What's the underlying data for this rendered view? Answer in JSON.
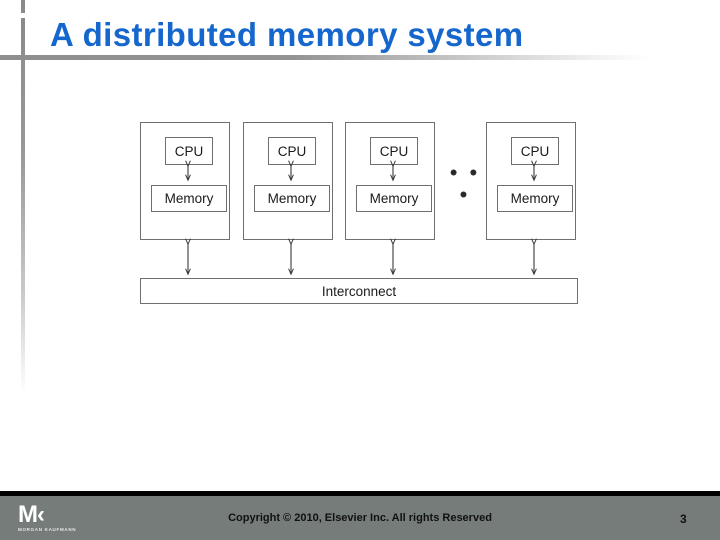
{
  "slide": {
    "title": "A distributed memory system",
    "page_number": "3"
  },
  "diagram": {
    "ellipsis": "• • •",
    "interconnect_label": "Interconnect",
    "nodes": [
      {
        "cpu_label": "CPU",
        "memory_label": "Memory"
      },
      {
        "cpu_label": "CPU",
        "memory_label": "Memory"
      },
      {
        "cpu_label": "CPU",
        "memory_label": "Memory"
      },
      {
        "cpu_label": "CPU",
        "memory_label": "Memory"
      }
    ]
  },
  "footer": {
    "logo_mark": "M‹",
    "logo_subtitle": "MORGAN KAUFMANN",
    "copyright": "Copyright © 2010, Elsevier Inc. All rights Reserved"
  },
  "colors": {
    "title_blue": "#1566cd",
    "footer_gray": "#767c79",
    "line_gray": "#8a8a8a",
    "stroke": "#6f6f6f"
  }
}
